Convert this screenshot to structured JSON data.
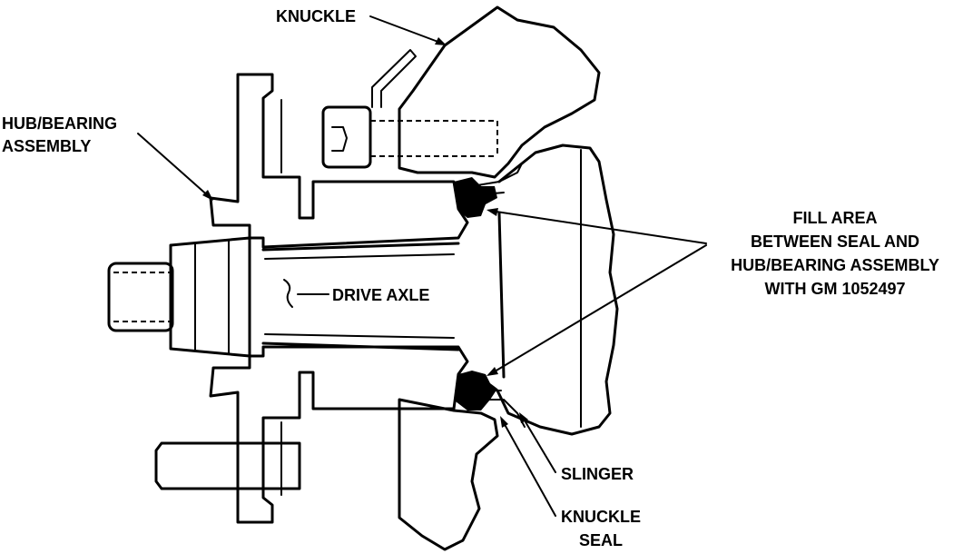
{
  "labels": {
    "knuckle": "KNUCKLE",
    "hub_line1": "HUB/BEARING",
    "hub_line2": "ASSEMBLY",
    "fill_line1": "FILL AREA",
    "fill_line2": "BETWEEN SEAL AND",
    "fill_line3": "HUB/BEARING ASSEMBLY",
    "fill_line4": "WITH GM 1052497",
    "drive_axle": "DRIVE AXLE",
    "slinger": "SLINGER",
    "seal_line1": "KNUCKLE",
    "seal_line2": "SEAL"
  }
}
